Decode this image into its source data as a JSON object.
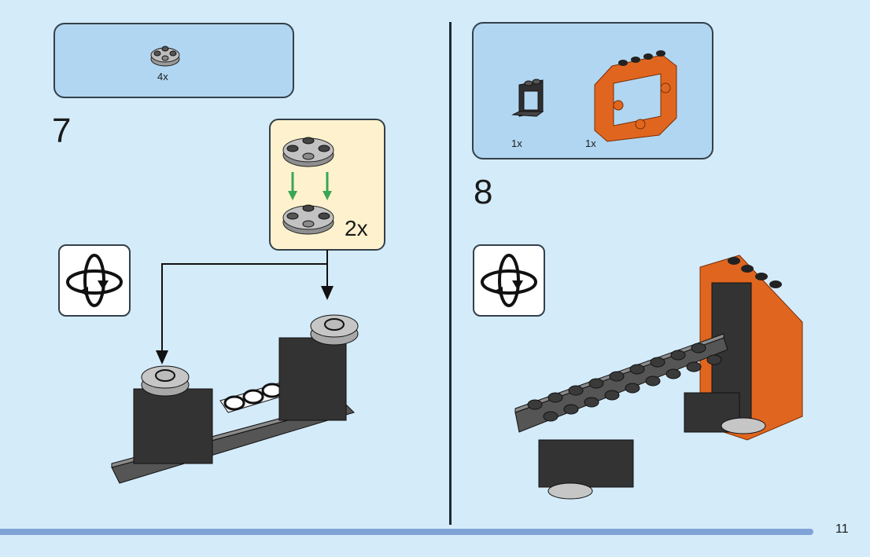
{
  "page": {
    "number": "11"
  },
  "colors": {
    "background": "#d4ebfa",
    "parts_box": "#b1d6f1",
    "sub_assembly_box": "#fdf2cd",
    "orange_part": "#e0661f",
    "dark_grey_part": "#2f2f31",
    "light_grey_part": "#b8b8b8",
    "arrow_green": "#3aa655",
    "bottom_bar": "#7fa3d6"
  },
  "step7": {
    "number": "7",
    "parts": [
      {
        "name": "round-plate-2x2-light-grey",
        "quantity": "4x"
      }
    ],
    "sub_assembly": {
      "quantity": "2x"
    },
    "rotate_icon": "rotate-model-icon"
  },
  "step8": {
    "number": "8",
    "parts": [
      {
        "name": "window-frame-1x2x2-black",
        "quantity": "1x"
      },
      {
        "name": "panel-frame-orange",
        "quantity": "1x"
      }
    ],
    "rotate_icon": "rotate-model-icon"
  }
}
